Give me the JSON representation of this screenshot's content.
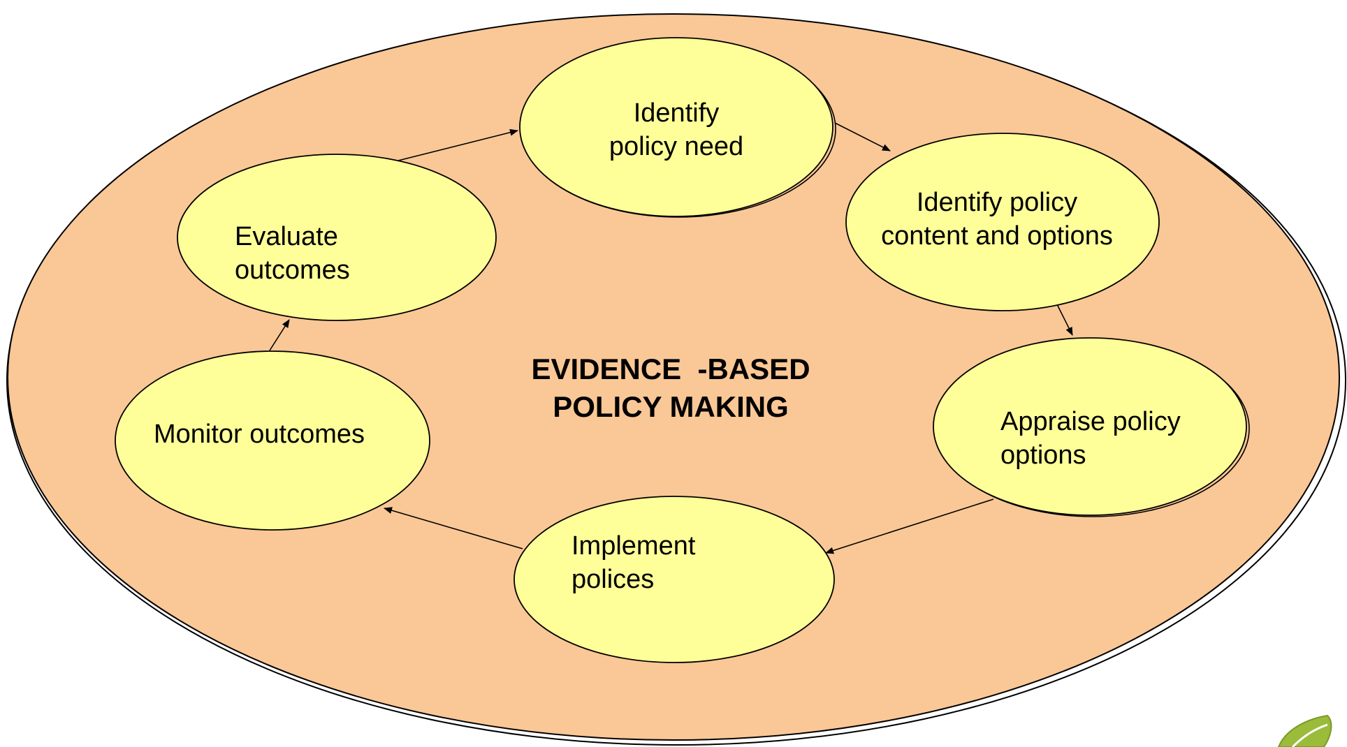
{
  "colors": {
    "outer_fill": "#FAC796",
    "node_fill": "#FFFF99",
    "stroke": "#000000",
    "leaf_logo": "#9BBB3A"
  },
  "center": {
    "line1": "EVIDENCE  -BASED",
    "line2": "POLICY MAKING"
  },
  "nodes": {
    "identify_need": {
      "line1": "Identify",
      "line2": "policy need"
    },
    "identify_content": {
      "line1": "Identify policy",
      "line2": "content and options"
    },
    "appraise": {
      "line1": "Appraise policy",
      "line2": "options"
    },
    "implement": {
      "line1": "Implement",
      "line2": "polices"
    },
    "monitor": {
      "line1": "Monitor outcomes"
    },
    "evaluate": {
      "line1": "Evaluate",
      "line2": "outcomes"
    }
  },
  "cycle_order": [
    "identify_need",
    "identify_content",
    "appraise",
    "implement",
    "monitor",
    "evaluate"
  ],
  "decoration": {
    "corner_icon": "leaf-logo"
  }
}
